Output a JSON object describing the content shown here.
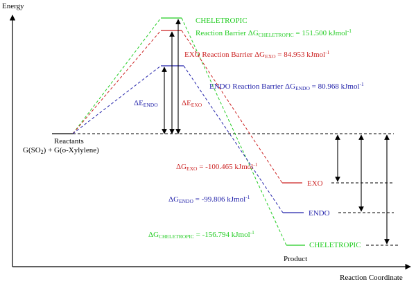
{
  "axes": {
    "y_label": "Energy",
    "x_label": "Reaction Coordinate"
  },
  "reactants": {
    "line1": "Reactants",
    "line2_pre": "G(SO",
    "line2_sub": "2",
    "line2_post": ") + G(o-Xylylene)"
  },
  "product_label": "Product",
  "colors": {
    "cheletropic": "#22cc22",
    "exo": "#cc2222",
    "endo": "#2222aa",
    "black": "#000000"
  },
  "cheletropic": {
    "name": "CHELETROPIC",
    "barrier_pre": "Reaction Barrier ΔG",
    "barrier_sub": "CHELETROPIC",
    "barrier_post": " = 151.500 kJmol",
    "barrier_sup": "-1",
    "dg_pre": "ΔG",
    "dg_sub": "CHELETROPIC",
    "dg_post": " = -156.794 kJmol",
    "dg_sup": "-1",
    "product_name": "CHELETROPIC"
  },
  "exo": {
    "barrier_pre": "EXO Reaction Barrier ΔG",
    "barrier_sub": "EXO",
    "barrier_post": " = 84.953 kJmol",
    "barrier_sup": "-1",
    "de_pre": "ΔE",
    "de_sub": "EXO",
    "dg_pre": "ΔG",
    "dg_sub": "EXO",
    "dg_post": " = -100.465 kJmol",
    "dg_sup": "-1",
    "product_name": "EXO"
  },
  "endo": {
    "barrier_pre": "ENDO Reaction Barrier ΔG",
    "barrier_sub": "ENDO",
    "barrier_post": " = 80.968 kJmol",
    "barrier_sup": "-1",
    "de_pre": "ΔE",
    "de_sub": "ENDO",
    "dg_pre": "ΔG",
    "dg_sub": "ENDO",
    "dg_post": " = -99.806 kJmol",
    "dg_sup": "-1",
    "product_name": "ENDO"
  }
}
